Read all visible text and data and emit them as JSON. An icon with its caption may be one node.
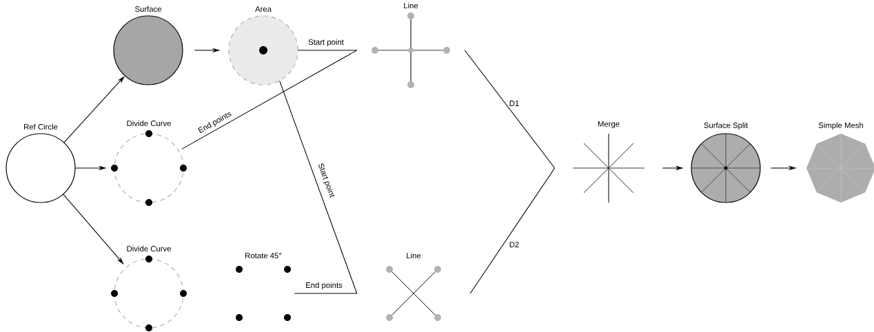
{
  "diagram": {
    "nodes": [
      {
        "text": [
          "Ref Circle"
        ]
      },
      {
        "text": [
          "Surface"
        ]
      },
      {
        "text": [
          "Area"
        ]
      },
      {
        "text": [
          "Divide Curve"
        ]
      },
      {
        "text": [
          "Divide Curve"
        ]
      },
      {
        "text": [
          "Rotate 45°"
        ]
      },
      {
        "text": [
          "Line"
        ]
      },
      {
        "text": [
          "Line"
        ]
      },
      {
        "text": [
          "Merge"
        ]
      },
      {
        "text": [
          "Surface Split"
        ]
      },
      {
        "text": [
          "Simple Mesh"
        ]
      }
    ],
    "edges": [
      {
        "from": 0,
        "to": 1,
        "arrow": "to"
      },
      {
        "from": 0,
        "to": 3,
        "arrow": "to"
      },
      {
        "from": 0,
        "to": 4,
        "arrow": "to"
      },
      {
        "from": 1,
        "to": 2,
        "arrow": "to"
      },
      {
        "from": 2,
        "to": 6,
        "arrow": "none",
        "label": "Start point"
      },
      {
        "from": 3,
        "to": 6,
        "arrow": "none",
        "label": "End points"
      },
      {
        "from": 2,
        "to": 7,
        "arrow": "none",
        "label": "Start point"
      },
      {
        "from": 5,
        "to": 7,
        "arrow": "none",
        "label": "End points"
      },
      {
        "from": 6,
        "to": 8,
        "arrow": "none",
        "label": "D1"
      },
      {
        "from": 7,
        "to": 8,
        "arrow": "none",
        "label": "D2"
      },
      {
        "from": 8,
        "to": 9,
        "arrow": "to"
      },
      {
        "from": 9,
        "to": 10,
        "arrow": "to"
      }
    ]
  }
}
